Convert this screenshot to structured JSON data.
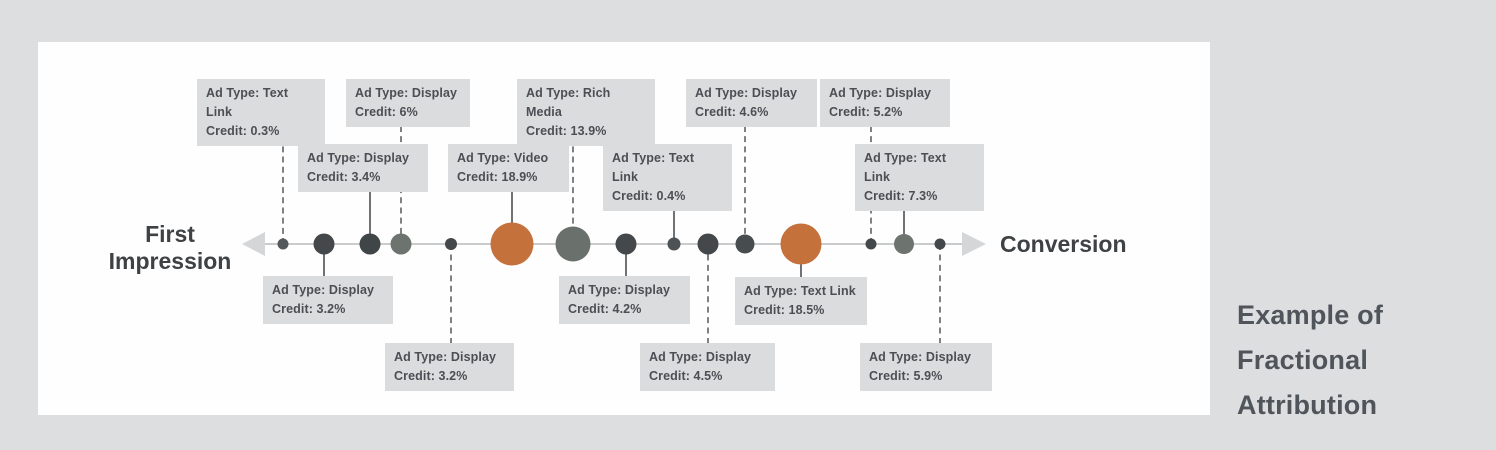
{
  "figure": {
    "caption_text": "Example of Fractional Attribution",
    "caption_lines": [
      "Example of",
      "Fractional",
      "Attribution"
    ]
  },
  "timeline": {
    "start_label_line1": "First",
    "start_label_line2": "Impression",
    "end_label": "Conversion"
  },
  "colors": {
    "page_background": "#dcdee0",
    "panel_background": "#fefefe",
    "label_box_background": "#dbdcde",
    "label_text": "#4b4f53",
    "dot_dark_gray": "#44484a",
    "dot_medium_gray": "#6d746f",
    "dot_orange_accent": "#c4713c",
    "timeline_line": "#c9cbcd",
    "arrow_gray": "#d4d6d8"
  },
  "touchpoints": [
    {
      "ad_type": "Text Link",
      "credit": "0.3%",
      "ad_type_text": "Ad Type: Text Link",
      "credit_text": "Credit: 0.3%",
      "label_position": "top",
      "connector": "dashed",
      "marker": "small-dark"
    },
    {
      "ad_type": "Display",
      "credit": "3.2%",
      "ad_type_text": "Ad Type: Display",
      "credit_text": "Credit: 3.2%",
      "label_position": "below",
      "connector": "solid",
      "marker": "medium-dark"
    },
    {
      "ad_type": "Display",
      "credit": "3.4%",
      "ad_type_text": "Ad Type: Display",
      "credit_text": "Credit: 3.4%",
      "label_position": "upper-middle",
      "connector": "solid",
      "marker": "medium-dark"
    },
    {
      "ad_type": "Display",
      "credit": "6%",
      "ad_type_text": "Ad Type: Display",
      "credit_text": "Credit: 6%",
      "label_position": "top",
      "connector": "dashed",
      "marker": "medium-gray"
    },
    {
      "ad_type": "Display",
      "credit": "3.2%",
      "ad_type_text": "Ad Type: Display",
      "credit_text": "Credit: 3.2%",
      "label_position": "bottom",
      "connector": "dashed",
      "marker": "small-dark"
    },
    {
      "ad_type": "Video",
      "credit": "18.9%",
      "ad_type_text": "Ad Type: Video",
      "credit_text": "Credit: 18.9%",
      "label_position": "upper-middle",
      "connector": "solid",
      "marker": "large-orange"
    },
    {
      "ad_type": "Rich Media",
      "credit": "13.9%",
      "ad_type_text": "Ad Type: Rich Media",
      "credit_text": "Credit: 13.9%",
      "label_position": "top",
      "connector": "dashed",
      "marker": "large-gray"
    },
    {
      "ad_type": "Display",
      "credit": "4.2%",
      "ad_type_text": "Ad Type: Display",
      "credit_text": "Credit: 4.2%",
      "label_position": "below",
      "connector": "solid",
      "marker": "medium-dark"
    },
    {
      "ad_type": "Text Link",
      "credit": "0.4%",
      "ad_type_text": "Ad Type: Text Link",
      "credit_text": "Credit: 0.4%",
      "label_position": "upper-middle",
      "connector": "solid",
      "marker": "small-dark"
    },
    {
      "ad_type": "Display",
      "credit": "4.5%",
      "ad_type_text": "Ad Type: Display",
      "credit_text": "Credit: 4.5%",
      "label_position": "bottom",
      "connector": "dashed",
      "marker": "medium-dark"
    },
    {
      "ad_type": "Display",
      "credit": "4.6%",
      "ad_type_text": "Ad Type: Display",
      "credit_text": "Credit: 4.6%",
      "label_position": "top",
      "connector": "dashed",
      "marker": "medium-dark"
    },
    {
      "ad_type": "Text Link",
      "credit": "18.5%",
      "ad_type_text": "Ad Type: Text Link",
      "credit_text": "Credit: 18.5%",
      "label_position": "below",
      "connector": "solid",
      "marker": "large-orange"
    },
    {
      "ad_type": "Display",
      "credit": "5.2%",
      "ad_type_text": "Ad Type: Display",
      "credit_text": "Credit: 5.2%",
      "label_position": "top",
      "connector": "dashed",
      "marker": "small-dark"
    },
    {
      "ad_type": "Text Link",
      "credit": "7.3%",
      "ad_type_text": "Ad Type: Text Link",
      "credit_text": "Credit: 7.3%",
      "label_position": "upper-middle",
      "connector": "solid",
      "marker": "medium-gray"
    },
    {
      "ad_type": "Display",
      "credit": "5.9%",
      "ad_type_text": "Ad Type: Display",
      "credit_text": "Credit: 5.9%",
      "label_position": "bottom",
      "connector": "dashed",
      "marker": "small-dark"
    }
  ]
}
